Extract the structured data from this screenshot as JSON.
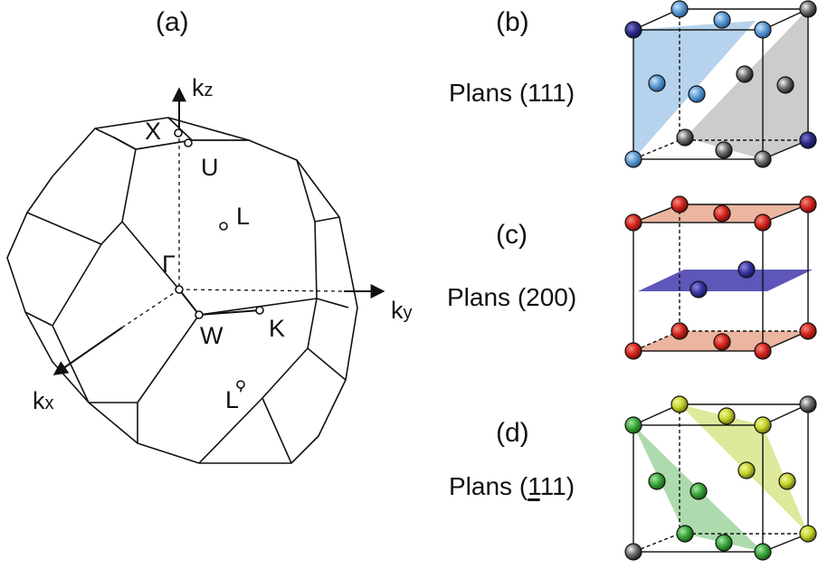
{
  "panels": {
    "a": "(a)",
    "b": "(b)",
    "c": "(c)",
    "d": "(d)"
  },
  "brillouin": {
    "kz": "k",
    "kz_sub": "z",
    "ky": "k",
    "ky_sub": "y",
    "kx": "k",
    "kx_sub": "x",
    "X": "X",
    "U": "U",
    "L": "L",
    "Gamma": "Γ",
    "W": "W",
    "K": "K",
    "Lprime": "L",
    "Lprime_mark": "′"
  },
  "planes": {
    "b_label": "Plans (111)",
    "c_label": "Plans (200)",
    "d_prefix": "Plans (",
    "d_bar_digit": "1",
    "d_suffix": "11)"
  },
  "colors": {
    "blue_atom": "#5b9bd5",
    "blue_plane": "#9dc3e6",
    "dark_blue_atom": "#2e2a8a",
    "gray_atom": "#555555",
    "gray_plane": "#bfbfbf",
    "red_atom": "#d7261e",
    "salmon_plane": "#e8a88e",
    "indigo_plane": "#4d44b0",
    "indigo_atom": "#3a37a6",
    "green_atom": "#3aa83a",
    "green_plane": "#9fd59f",
    "yellow_atom": "#c6d42a",
    "yellow_plane": "#d8e58a",
    "gray_corner": "#6a6a6a"
  }
}
